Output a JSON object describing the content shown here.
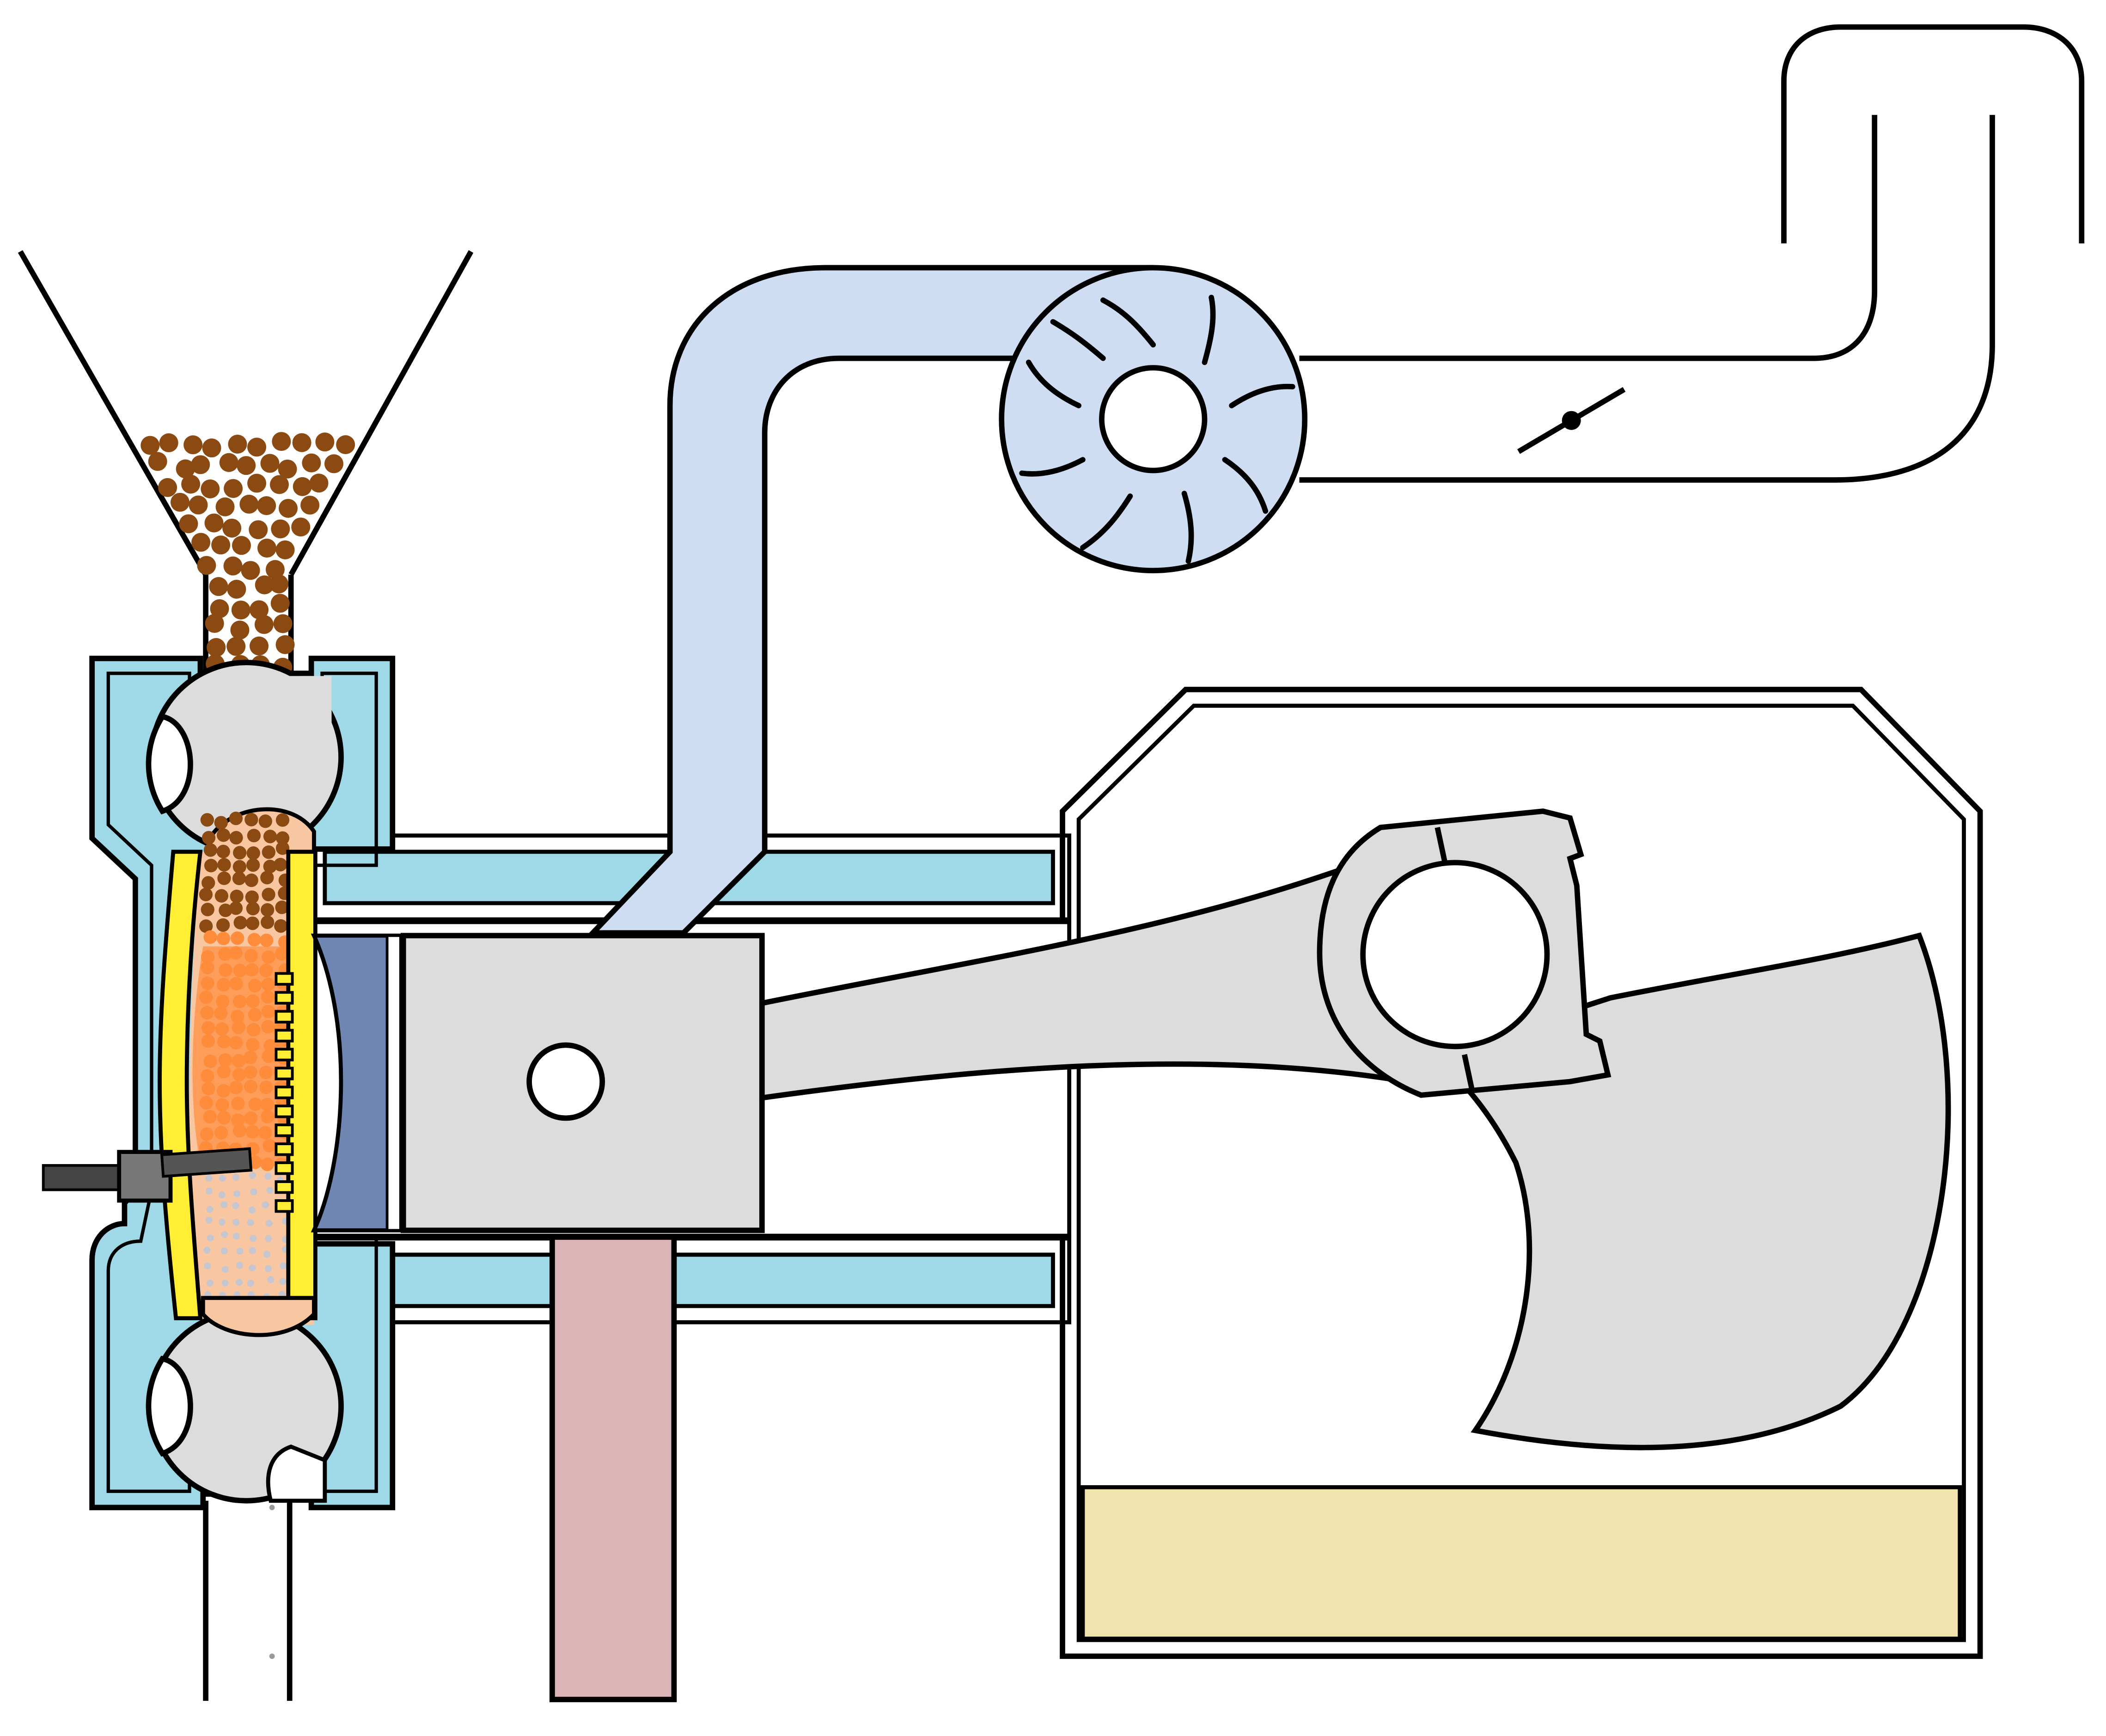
{
  "diagram": {
    "kind": "engine-cutaway-schematic",
    "labels": [],
    "colors": {
      "outline": "#000000",
      "background": "#ffffff",
      "coolant_jacket": "#9fd9e8",
      "air_duct": "#cfddf3",
      "metal_part": "#dcdcdc",
      "piston_crown": "#6f86b3",
      "liner": "#ffee33",
      "fuel_pellets": "#8b4a12",
      "combustion_hot": "#ff8c3a",
      "combustion_light": "#f8c7a2",
      "combustion_ash": "#c6c6d0",
      "oil_sump": "#f1e3ae",
      "pushrod": "#dbb4b7",
      "injector": "#444444"
    },
    "components": [
      "fuel-hopper",
      "upper-rotary-valve",
      "combustion-chamber",
      "cylinder-liner",
      "fuel-injector",
      "lower-rotary-valve",
      "ash-exhaust-pipe",
      "coolant-jacket",
      "air-intake-duct",
      "turbo-compressor",
      "throttle-valve",
      "intake-pipe",
      "piston",
      "connecting-rod",
      "crankshaft-counterweight",
      "crankcase",
      "oil-sump",
      "pushrod"
    ]
  }
}
